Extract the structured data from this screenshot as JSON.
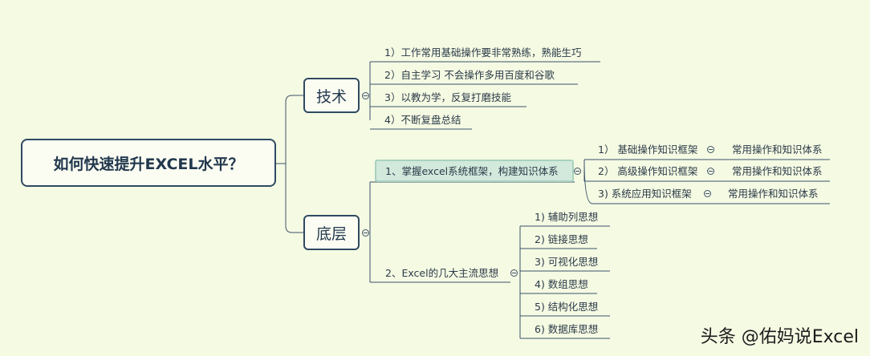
{
  "root": {
    "label": "如何快速提升EXCEL水平？"
  },
  "branches": {
    "tech": {
      "label": "技术",
      "items": [
        "1）工作常用基础操作要非常熟练，熟能生巧",
        "2）自主学习 不会操作多用百度和谷歌",
        "3）以教为学，反复打磨技能",
        "4）不断复盘总结"
      ]
    },
    "base": {
      "label": "底层",
      "framework": {
        "label": "1、掌握excel系统框架，构建知识体系",
        "items": [
          {
            "label": "1） 基础操作知识框架",
            "child": "常用操作和知识体系"
          },
          {
            "label": "2） 高级操作知识框架",
            "child": "常用操作和知识体系"
          },
          {
            "label": "3) 系统应用知识框架",
            "child": "常用操作和知识体系"
          }
        ]
      },
      "thinking": {
        "label": "2、Excel的几大主流思想",
        "items": [
          "1) 辅助列思想",
          "2) 链接思想",
          "3) 可视化思想",
          "4) 数组思想",
          "5) 结构化思想",
          "6) 数据库思想"
        ]
      }
    }
  },
  "watermark": "头条 @佑妈说Excel",
  "colors": {
    "background": "#f5fae3",
    "node_border": "#2f4a62",
    "highlight": "#d2e9dc"
  }
}
